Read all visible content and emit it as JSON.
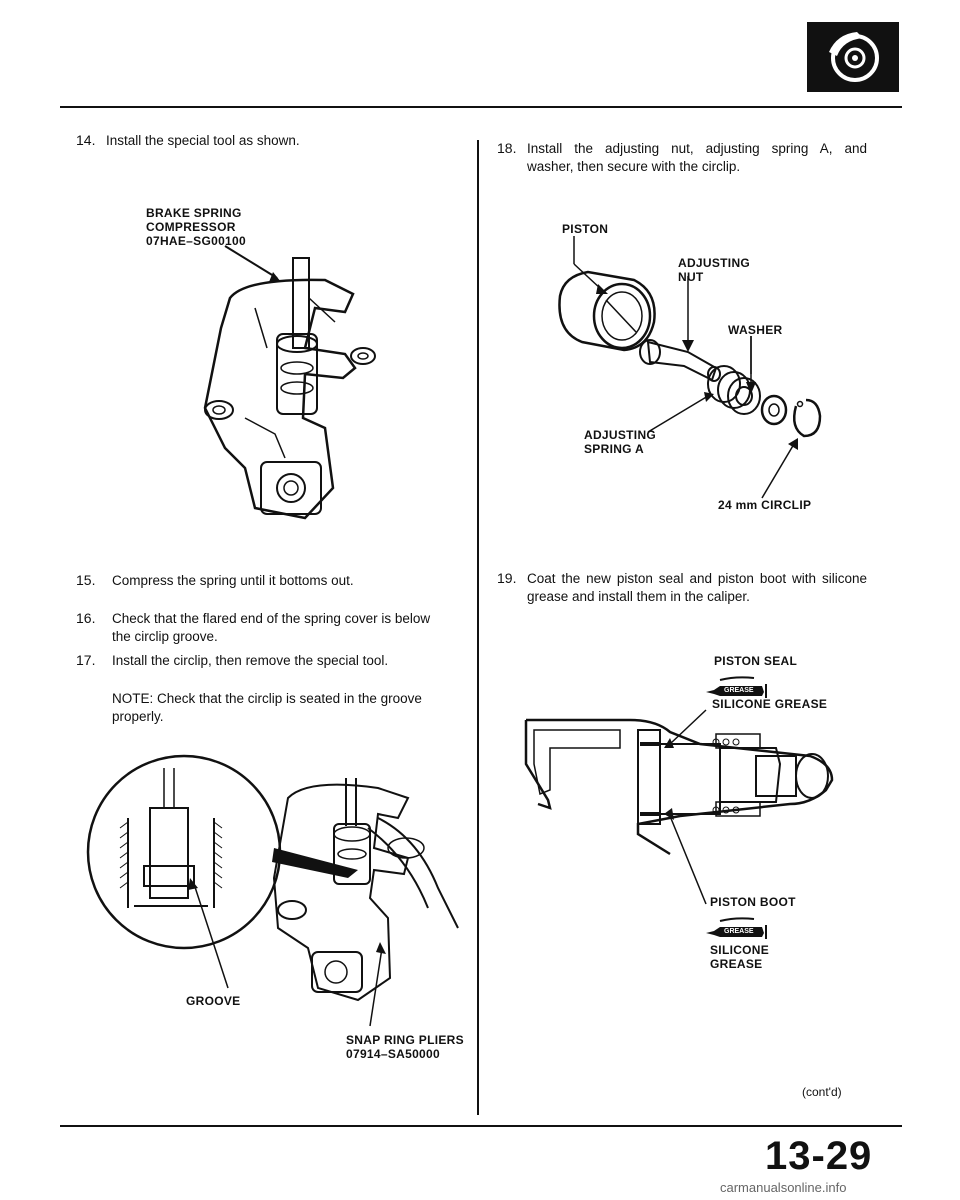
{
  "steps": {
    "s14": {
      "num": "14.",
      "text": "Install the special tool as shown."
    },
    "s15": {
      "num": "15.",
      "text": "Compress the spring until it bottoms out."
    },
    "s16": {
      "num": "16.",
      "text_line1": "Check that the flared end of the spring cover is below",
      "text_line2": "the circlip groove."
    },
    "s17": {
      "num": "17.",
      "text": "Install the circlip, then remove the special tool."
    },
    "note": {
      "line1": "NOTE: Check that the circlip is seated in the groove",
      "line2": "properly."
    },
    "s18": {
      "num": "18.",
      "text_line1": "Install the adjusting nut, adjusting spring A, and",
      "text_line2": "washer, then secure with the circlip."
    },
    "s19": {
      "num": "19.",
      "text_line1": "Coat the new piston seal and piston boot with silicone",
      "text_line2": "grease and install them in the caliper."
    }
  },
  "labels": {
    "compressor_1": "BRAKE SPRING",
    "compressor_2": "COMPRESSOR",
    "compressor_3": "07HAE–SG00100",
    "piston": "PISTON",
    "adj_nut_1": "ADJUSTING",
    "adj_nut_2": "NUT",
    "washer": "WASHER",
    "adj_spring_1": "ADJUSTING",
    "adj_spring_2": "SPRING A",
    "circlip": "24 mm CIRCLIP",
    "piston_seal": "PISTON SEAL",
    "silicone_grease_1": "SILICONE GREASE",
    "piston_boot": "PISTON BOOT",
    "silicone_2a": "SILICONE",
    "silicone_2b": "GREASE",
    "groove": "GROOVE",
    "pliers_1": "SNAP RING PLIERS",
    "pliers_2": "07914–SA50000",
    "grease_tag": "GREASE"
  },
  "footer": {
    "contd": "(cont'd)",
    "page_number": "13-29",
    "watermark": "carmanualsonline.info"
  },
  "icons": {
    "section": "brake-disc-icon"
  }
}
